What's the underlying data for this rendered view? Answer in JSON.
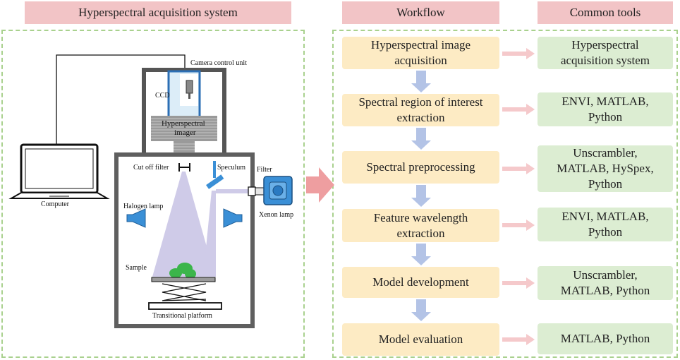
{
  "headers": {
    "system": "Hyperspectral acquisition system",
    "workflow": "Workflow",
    "tools": "Common tools"
  },
  "system_labels": {
    "camera_control_unit": "Camera control unit",
    "ccd": "CCD",
    "hyperspectral_imager_line1": "Hyperspectral",
    "hyperspectral_imager_line2": "imager",
    "cut_off_filter": "Cut off filter",
    "speculum": "Speculum",
    "filter": "Filter",
    "computer": "Computer",
    "halogen_lamp": "Halogen lamp",
    "xenon_lamp": "Xenon lamp",
    "sample": "Sample",
    "transitional_platform": "Transitional platform"
  },
  "workflow_steps": [
    {
      "line1": "Hyperspectral image",
      "line2": "acquisition"
    },
    {
      "line1": "Spectral region of interest",
      "line2": "extraction"
    },
    {
      "line1": "Spectral preprocessing",
      "line2": ""
    },
    {
      "line1": "Feature wavelength",
      "line2": "extraction"
    },
    {
      "line1": "Model development",
      "line2": ""
    },
    {
      "line1": "Model evaluation",
      "line2": ""
    }
  ],
  "tools": [
    {
      "line1": "Hyperspectral",
      "line2": "acquisition system",
      "line3": ""
    },
    {
      "line1": "ENVI,  MATLAB,",
      "line2": "Python",
      "line3": ""
    },
    {
      "line1": "Unscrambler,",
      "line2": "MATLAB,  HySpex,",
      "line3": "Python"
    },
    {
      "line1": "ENVI,  MATLAB,",
      "line2": "Python",
      "line3": ""
    },
    {
      "line1": "Unscrambler,",
      "line2": "MATLAB,  Python",
      "line3": ""
    },
    {
      "line1": "MATLAB,  Python",
      "line2": "",
      "line3": ""
    }
  ],
  "colors": {
    "header_bg": "#f2c4c6",
    "panel_border": "#a9d18e",
    "step_bg": "#fdebc4",
    "tool_bg": "#dcedd2",
    "down_arrow": "#b3c3e6",
    "right_arrow": "#f5c9cb",
    "big_arrow": "#ee9ea0",
    "light_beam": "#cfcbe8",
    "lamp_blue": "#3a8fd6",
    "sample_green": "#3bb54a",
    "frame_gray": "#5f5f5f"
  }
}
